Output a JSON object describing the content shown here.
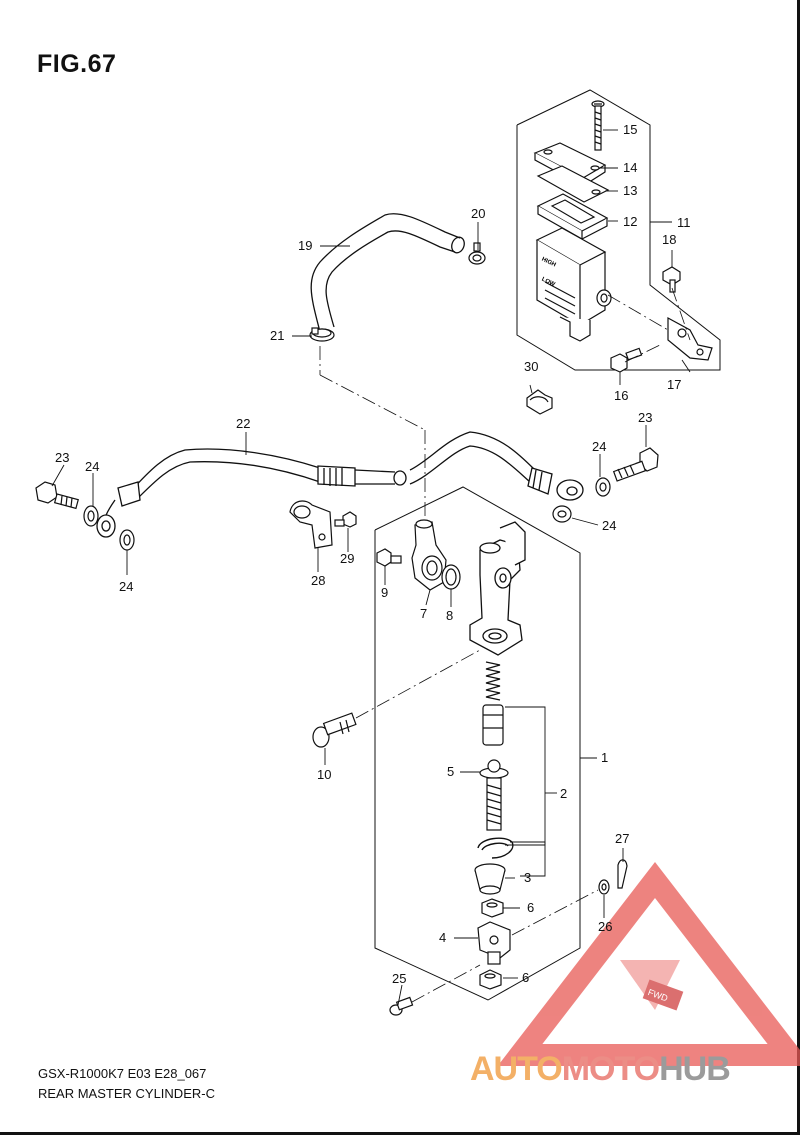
{
  "figure": {
    "title": "FIG.67"
  },
  "footer": {
    "model": "GSX-R1000K7 E03 E28_067",
    "name": "REAR MASTER CYLINDER-C"
  },
  "watermark": {
    "part1": "AUTO",
    "part2": "MOTO",
    "part3": "HUB",
    "badge": "FWD"
  },
  "callouts": {
    "c1": "1",
    "c2": "2",
    "c3": "3",
    "c4": "4",
    "c5": "5",
    "c6a": "6",
    "c6b": "6",
    "c7": "7",
    "c8": "8",
    "c9": "9",
    "c10": "10",
    "c11": "11",
    "c12": "12",
    "c13": "13",
    "c14": "14",
    "c15": "15",
    "c16": "16",
    "c17": "17",
    "c18": "18",
    "c19": "19",
    "c20": "20",
    "c21": "21",
    "c22": "22",
    "c23a": "23",
    "c23b": "23",
    "c24a": "24",
    "c24b": "24",
    "c24c": "24",
    "c24d": "24",
    "c25": "25",
    "c26": "26",
    "c27": "27",
    "c28": "28",
    "c29": "29",
    "c30": "30"
  },
  "reservoir_marks": {
    "high": "HIGH",
    "low": "LOW"
  },
  "colors": {
    "line": "#111111",
    "watermark_red": "#e85a55",
    "watermark_orange": "#f3b067",
    "watermark_gray": "#9b9b9b"
  }
}
